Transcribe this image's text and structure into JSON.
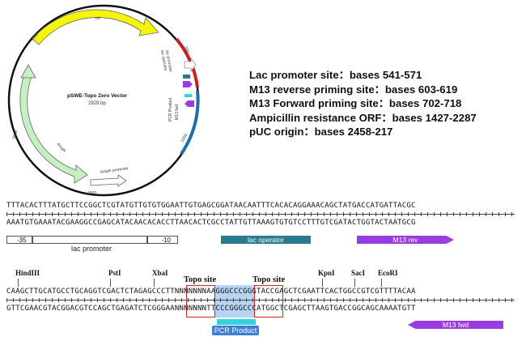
{
  "plasmid": {
    "name": "pSWE-Topo Zero Vector",
    "size": "2829 bp",
    "orf_label": "orf",
    "kan_label": "AmpR",
    "ampr_promoter": "AmpR promoter",
    "ori_label": "ori",
    "lac_promoter_label": "lac promoter",
    "lac_operator_label": "lac operator",
    "pcr_product_label": "PCR Product",
    "m13_fwd_label": "M13 fwd",
    "ticks": [
      "500",
      "1000",
      "1500",
      "2000",
      "2500"
    ],
    "colors": {
      "ori": "#f5f50a",
      "amp": "#b8f0b8",
      "lac": "#2b7a8f",
      "m13": "#9a3de0",
      "red_arc": "#cc1f1f",
      "blue_arc": "#1e6fb0"
    }
  },
  "features": [
    "Lac promoter site：bases 541-571",
    "M13 reverse priming site：bases 603-619",
    "M13 Forward priming site：bases 702-718",
    "Ampicillin resistance ORF：bases 1427-2287",
    "pUC origin：bases 2458-217"
  ],
  "seq1": {
    "top": "TTTACACTTTATGCTTCCGGCTCGTATGTTGTGTGGAATTGTGAGCGGATAACAATTTCACACAGGAAACAGCTATGACCATGATTACGC",
    "bottom": "AAATGTGAAATACGAAGGCCGAGCATACAACACACCTTAACACTCGCCTATTGTTAAAGTGTGTCCTTTGTCGATACTGGTACTAATGCG",
    "minus35": "-35",
    "lac_promoter": "lac promoter",
    "minus10": "-10",
    "lac_operator": "lac operator",
    "m13_rev": "M13 rev"
  },
  "seq2": {
    "sites": [
      "HindIII",
      "PstI",
      "XbaI",
      "KpnI",
      "SacI",
      "EcoRI"
    ],
    "topo_left": "Topo site",
    "topo_right": "Topo site",
    "top": "CAAGCTTGCATGCCTGCAGGTCGACTCTAGAGCCCTTNNNNNNNAAGGGCCCGGGTACCGAGCTCGAATTCACTGGCCGTCGTTTTACAA",
    "bottom": "GTTCGAACGTACGGACGTCCAGCTGAGATCTCGGGAANNNNNNNTTCCCGGGCCCATGGCTCGAGCTTAAGTGACCGGCAGCAAAATGTT",
    "pcr_product": "PCR Product",
    "m13_fwd": "M13 fwd"
  }
}
